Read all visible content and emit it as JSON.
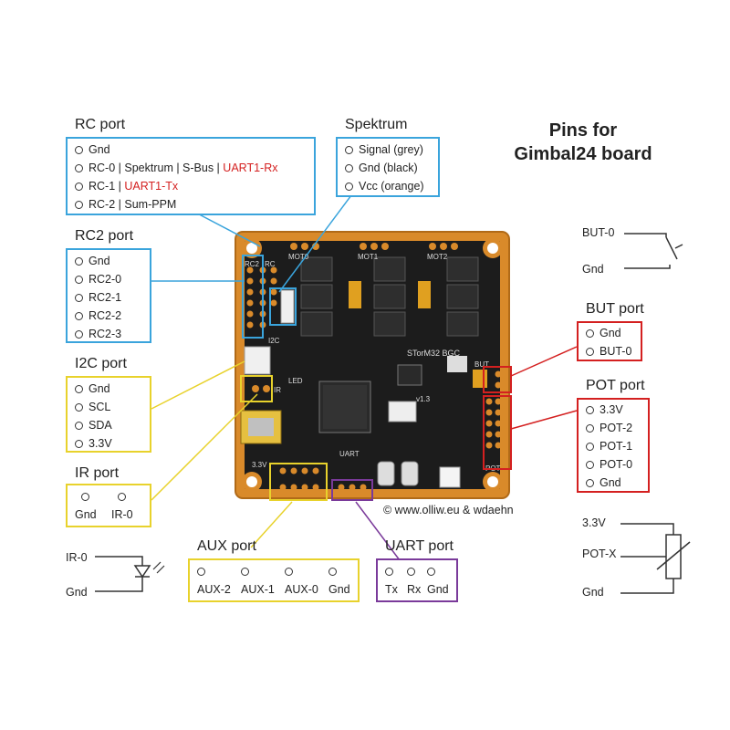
{
  "title": [
    "Pins for",
    "Gimbal24 board"
  ],
  "rc_port": {
    "title": "RC port",
    "pins": [
      "Gnd",
      "RC-0 | Spektrum | S-Bus |",
      "UART1-Rx",
      "RC-1 |",
      "UART1-Tx",
      "RC-2 | Sum-PPM"
    ]
  },
  "spektrum": {
    "title": "Spektrum",
    "pins": [
      "Signal (grey)",
      "Gnd (black)",
      "Vcc (orange)"
    ]
  },
  "rc2_port": {
    "title": "RC2 port",
    "pins": [
      "Gnd",
      "RC2-0",
      "RC2-1",
      "RC2-2",
      "RC2-3"
    ]
  },
  "i2c_port": {
    "title": "I2C port",
    "pins": [
      "Gnd",
      "SCL",
      "SDA",
      "3.3V"
    ]
  },
  "ir_port": {
    "title": "IR port",
    "pins": [
      "Gnd",
      "IR-0"
    ]
  },
  "aux_port": {
    "title": "AUX port",
    "pins": [
      "AUX-2",
      "AUX-1",
      "AUX-0",
      "Gnd"
    ]
  },
  "uart_port": {
    "title": "UART port",
    "pins": [
      "Tx",
      "Rx",
      "Gnd"
    ]
  },
  "but_port": {
    "title": "BUT port",
    "pins": [
      "Gnd",
      "BUT-0"
    ]
  },
  "pot_port": {
    "title": "POT port",
    "pins": [
      "3.3V",
      "POT-2",
      "POT-1",
      "POT-0",
      "Gnd"
    ]
  },
  "schematics": {
    "button": {
      "top": "BUT-0",
      "bottom": "Gnd"
    },
    "pot": {
      "top": "3.3V",
      "mid": "POT-X",
      "bottom": "Gnd"
    },
    "ir": {
      "top": "IR-0",
      "bottom": "Gnd"
    }
  },
  "copyright": "© www.olliw.eu & wdaehn",
  "board": {
    "silk": [
      "MOT0",
      "MOT1",
      "MOT2",
      "STorM32 BGC",
      "v1.3",
      "RC2",
      "RC",
      "I2C",
      "IR",
      "3.3V",
      "UART",
      "BUT",
      "POT",
      "LED"
    ]
  },
  "colors": {
    "blue": "#3aa4dc",
    "yellow": "#e8d22c",
    "purple": "#7a3a9a",
    "red": "#d42020",
    "board": "#d98a2a",
    "pcb": "#1c1c1c"
  }
}
